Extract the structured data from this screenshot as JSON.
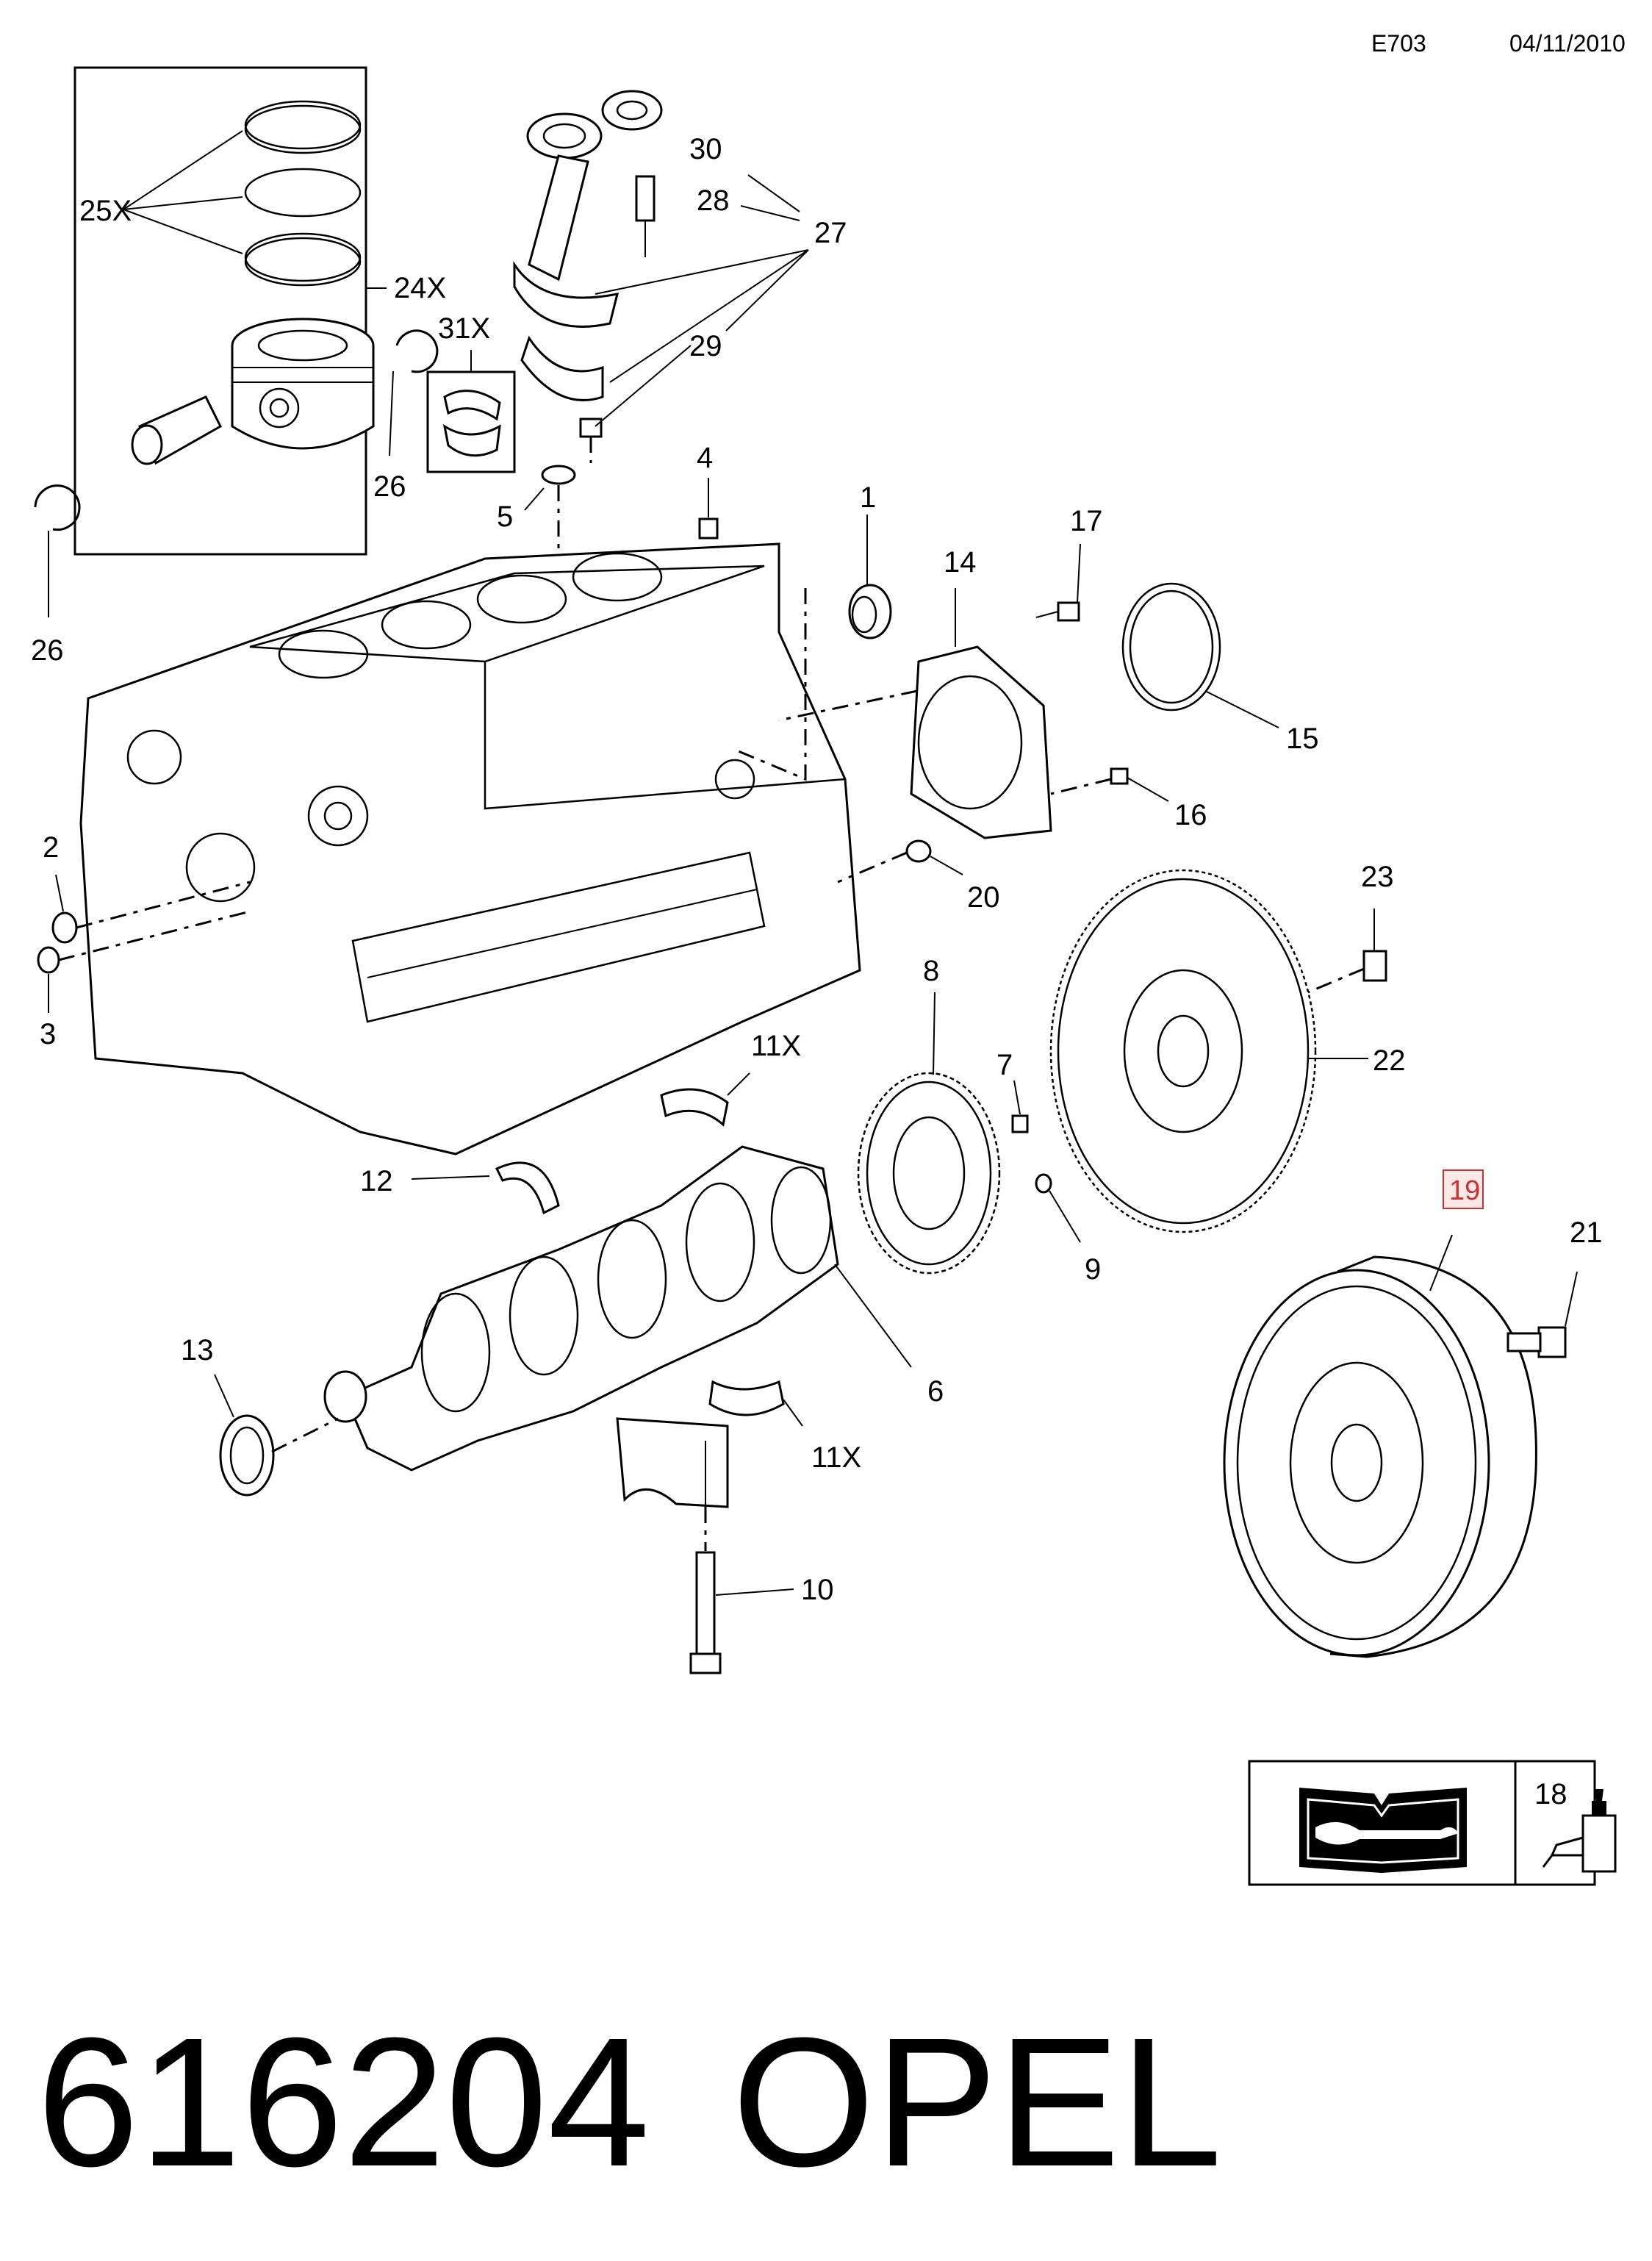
{
  "header": {
    "code": "E703",
    "date": "04/11/2010"
  },
  "callouts": {
    "c1": "1",
    "c2": "2",
    "c3": "3",
    "c4": "4",
    "c5": "5",
    "c6": "6",
    "c7": "7",
    "c8": "8",
    "c9": "9",
    "c10": "10",
    "c11a": "11X",
    "c11b": "11X",
    "c12": "12",
    "c13": "13",
    "c14": "14",
    "c15": "15",
    "c16": "16",
    "c17": "17",
    "c18": "18",
    "c19": "19",
    "c20": "20",
    "c21": "21",
    "c22": "22",
    "c23": "23",
    "c24": "24X",
    "c25": "25X",
    "c26a": "26",
    "c26b": "26",
    "c27": "27",
    "c28": "28",
    "c29": "29",
    "c30": "30",
    "c31": "31X"
  },
  "highlight": {
    "color": "#c83232"
  },
  "footer": {
    "part_number": "616204",
    "brand": "OPEL"
  },
  "icons": [
    "repair-manual-icon",
    "sealant-tube-icon"
  ]
}
